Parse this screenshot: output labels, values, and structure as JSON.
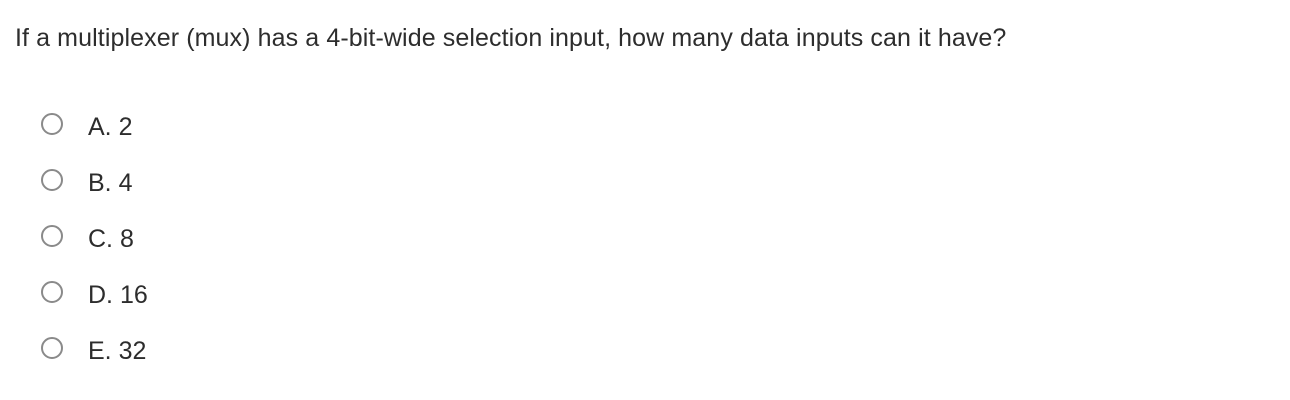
{
  "question": {
    "text": "If a multiplexer (mux) has a 4-bit-wide selection input, how many data inputs can it have?"
  },
  "options": [
    {
      "label": "A. 2",
      "selected": false
    },
    {
      "label": "B. 4",
      "selected": false
    },
    {
      "label": "C. 8",
      "selected": false
    },
    {
      "label": "D. 16",
      "selected": false
    },
    {
      "label": "E. 32",
      "selected": false
    }
  ],
  "colors": {
    "background": "#ffffff",
    "text": "#2d2d2d",
    "radio_border": "#8a8a8a",
    "radio_fill": "#3c3c3c"
  }
}
